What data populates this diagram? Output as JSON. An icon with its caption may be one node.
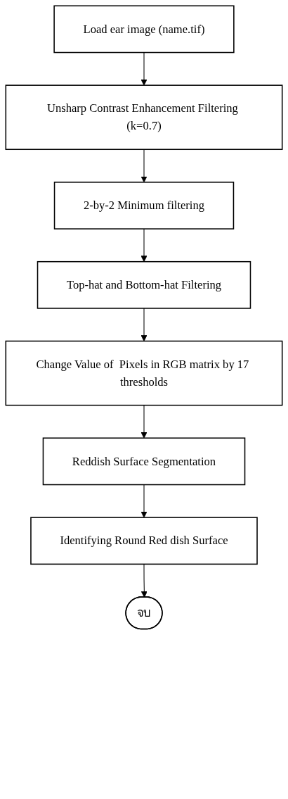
{
  "diagram": {
    "nodes": [
      {
        "text": [
          "Load ear image (name.tif)"
        ]
      },
      {
        "text": [
          "Unsharp Contrast Enhancement Filtering (k=0.7)"
        ]
      },
      {
        "text": [
          "2-by-2 Minimum filtering"
        ]
      },
      {
        "text": [
          "Top-hat and Bottom-hat Filtering"
        ]
      },
      {
        "text": [
          "Change Value of  Pixels in RGB matrix by 17 thresholds"
        ]
      },
      {
        "text": [
          "Reddish Surface Segmentation"
        ]
      },
      {
        "text": [
          "Identifying Round Red dish Surface"
        ]
      },
      {
        "text": [
          "จบ"
        ]
      }
    ],
    "edges": [
      {
        "from": 0,
        "to": 1,
        "arrow": "to"
      },
      {
        "from": 1,
        "to": 2,
        "arrow": "to"
      },
      {
        "from": 2,
        "to": 3,
        "arrow": "to"
      },
      {
        "from": 3,
        "to": 4,
        "arrow": "to"
      },
      {
        "from": 4,
        "to": 5,
        "arrow": "to"
      },
      {
        "from": 5,
        "to": 6,
        "arrow": "to"
      },
      {
        "from": 6,
        "to": 7,
        "arrow": "to"
      }
    ]
  }
}
